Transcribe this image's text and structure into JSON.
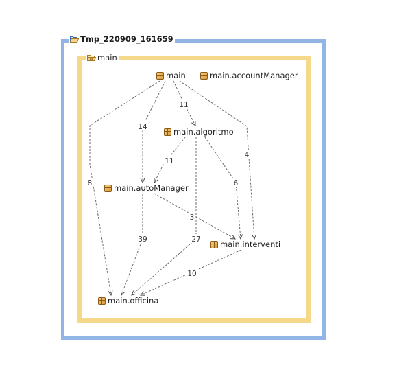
{
  "outer_container": {
    "title": "Tmp_220909_161659",
    "icon": "folder-open-icon",
    "border_color": "#91b6e6"
  },
  "inner_container": {
    "title": "main",
    "icon": "package-folder-icon",
    "border_color": "#f5d88a"
  },
  "nodes": {
    "main": {
      "label": "main",
      "icon": "package-icon"
    },
    "accountManager": {
      "label": "main.accountManager",
      "icon": "package-icon"
    },
    "algoritmo": {
      "label": "main.algoritmo",
      "icon": "package-icon"
    },
    "autoManager": {
      "label": "main.autoManager",
      "icon": "package-icon"
    },
    "interventi": {
      "label": "main.interventi",
      "icon": "package-icon"
    },
    "officina": {
      "label": "main.officina",
      "icon": "package-icon"
    }
  },
  "edges": [
    {
      "from": "main",
      "to": "algoritmo",
      "weight": "11"
    },
    {
      "from": "main",
      "to": "autoManager",
      "weight": "14"
    },
    {
      "from": "main",
      "to": "officina",
      "weight": "8"
    },
    {
      "from": "main",
      "to": "interventi",
      "weight": "4"
    },
    {
      "from": "algoritmo",
      "to": "autoManager",
      "weight": "11"
    },
    {
      "from": "algoritmo",
      "to": "interventi",
      "weight": "6"
    },
    {
      "from": "algoritmo",
      "to": "officina",
      "weight": "27"
    },
    {
      "from": "autoManager",
      "to": "interventi",
      "weight": "3"
    },
    {
      "from": "autoManager",
      "to": "officina",
      "weight": "39"
    },
    {
      "from": "interventi",
      "to": "officina",
      "weight": "10"
    }
  ]
}
